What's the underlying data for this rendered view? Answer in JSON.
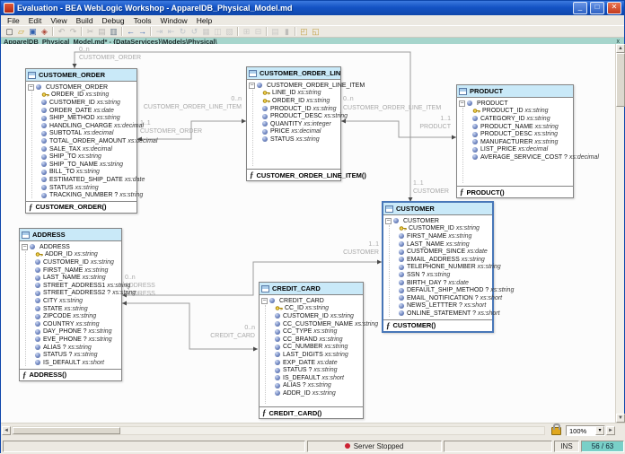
{
  "window": {
    "title": "Evaluation - BEA WebLogic Workshop - ApparelDB_Physical_Model.md",
    "minimize_glyph": "_",
    "maximize_glyph": "□",
    "close_glyph": "✕"
  },
  "menubar": {
    "items": [
      "File",
      "Edit",
      "View",
      "Build",
      "Debug",
      "Tools",
      "Window",
      "Help"
    ]
  },
  "toolbar": {
    "icons": [
      {
        "name": "new-file",
        "glyph": "▢",
        "color": "#333333",
        "enabled": true
      },
      {
        "name": "open-folder",
        "glyph": "▱",
        "color": "#c9a227",
        "enabled": true
      },
      {
        "name": "save",
        "glyph": "▣",
        "color": "#2f5fae",
        "enabled": true
      },
      {
        "name": "app-properties",
        "glyph": "◈",
        "color": "#b04a3a",
        "enabled": true
      },
      {
        "name": "separator"
      },
      {
        "name": "undo",
        "glyph": "↶",
        "color": "#8a8a8a",
        "enabled": false
      },
      {
        "name": "redo",
        "glyph": "↷",
        "color": "#8a8a8a",
        "enabled": false
      },
      {
        "name": "separator"
      },
      {
        "name": "cut",
        "glyph": "✂",
        "color": "#8a8a8a",
        "enabled": false
      },
      {
        "name": "copy",
        "glyph": "▤",
        "color": "#8a8a8a",
        "enabled": false
      },
      {
        "name": "paste",
        "glyph": "▥",
        "color": "#6a7a8a",
        "enabled": true
      },
      {
        "name": "separator"
      },
      {
        "name": "navigate-back",
        "glyph": "←",
        "color": "#2f5fae",
        "enabled": true
      },
      {
        "name": "navigate-forward",
        "glyph": "→",
        "color": "#2f5fae",
        "enabled": true
      },
      {
        "name": "separator"
      },
      {
        "name": "step-into",
        "glyph": "⇥",
        "color": "#9aa7b8",
        "enabled": false
      },
      {
        "name": "step-out",
        "glyph": "⇤",
        "color": "#9aa7b8",
        "enabled": false
      },
      {
        "name": "refresh",
        "glyph": "↻",
        "color": "#9aa7b8",
        "enabled": false
      },
      {
        "name": "rollback",
        "glyph": "↺",
        "color": "#9aa7b8",
        "enabled": false
      },
      {
        "name": "window-grid",
        "glyph": "▦",
        "color": "#b0b0b0",
        "enabled": false
      },
      {
        "name": "window-split",
        "glyph": "◫",
        "color": "#b0b0b0",
        "enabled": false
      },
      {
        "name": "window-cascade",
        "glyph": "▧",
        "color": "#b0b0b0",
        "enabled": false
      },
      {
        "name": "separator"
      },
      {
        "name": "expand-all",
        "glyph": "⊞",
        "color": "#b0b0b0",
        "enabled": false
      },
      {
        "name": "collapse-all",
        "glyph": "⊟",
        "color": "#b0b0b0",
        "enabled": false
      },
      {
        "name": "separator"
      },
      {
        "name": "palette",
        "glyph": "▤",
        "color": "#b0b0b0",
        "enabled": false
      },
      {
        "name": "build",
        "glyph": "▮",
        "color": "#9a9a9a",
        "enabled": false
      },
      {
        "name": "separator"
      },
      {
        "name": "start-server",
        "glyph": "◰",
        "color": "#c2a046",
        "enabled": true
      },
      {
        "name": "deploy",
        "glyph": "◱",
        "color": "#c2a046",
        "enabled": true
      }
    ]
  },
  "document_tab": {
    "label": "ApparelDB_Physical_Model.md* - {DataServices}\\Models\\Physical\\",
    "close_glyph": "x"
  },
  "diagram": {
    "glyphs": {
      "collapse": "−",
      "function": "ƒ",
      "optional_marker": "?"
    },
    "entities": [
      {
        "id": "customer_order",
        "title": "CUSTOMER_ORDER",
        "root": "CUSTOMER_ORDER",
        "footer": "CUSTOMER_ORDER()",
        "selected": false,
        "fields": [
          {
            "name": "ORDER_ID",
            "type": "xs:string",
            "key": true
          },
          {
            "name": "CUSTOMER_ID",
            "type": "xs:string"
          },
          {
            "name": "ORDER_DATE",
            "type": "xs:date"
          },
          {
            "name": "SHIP_METHOD",
            "type": "xs:string"
          },
          {
            "name": "HANDLING_CHARGE",
            "type": "xs:decimal"
          },
          {
            "name": "SUBTOTAL",
            "type": "xs:decimal"
          },
          {
            "name": "TOTAL_ORDER_AMOUNT",
            "type": "xs:decimal"
          },
          {
            "name": "SALE_TAX",
            "type": "xs:decimal"
          },
          {
            "name": "SHIP_TO",
            "type": "xs:string"
          },
          {
            "name": "SHIP_TO_NAME",
            "type": "xs:string"
          },
          {
            "name": "BILL_TO",
            "type": "xs:string"
          },
          {
            "name": "ESTIMATED_SHIP_DATE",
            "type": "xs:date"
          },
          {
            "name": "STATUS",
            "type": "xs:string"
          },
          {
            "name": "TRACKING_NUMBER",
            "type": "xs:string",
            "opt": true
          }
        ]
      },
      {
        "id": "customer_order_line_item",
        "title": "CUSTOMER_ORDER_LIN...",
        "root": "CUSTOMER_ORDER_LINE_ITEM",
        "footer": "CUSTOMER_ORDER_LINE_ITEM()",
        "selected": false,
        "fields": [
          {
            "name": "LINE_ID",
            "type": "xs:string",
            "key": true
          },
          {
            "name": "ORDER_ID",
            "type": "xs:string",
            "key": true
          },
          {
            "name": "PRODUCT_ID",
            "type": "xs:string"
          },
          {
            "name": "PRODUCT_DESC",
            "type": "xs:string"
          },
          {
            "name": "QUANTITY",
            "type": "xs:integer"
          },
          {
            "name": "PRICE",
            "type": "xs:decimal"
          },
          {
            "name": "STATUS",
            "type": "xs:string"
          }
        ]
      },
      {
        "id": "product",
        "title": "PRODUCT",
        "root": "PRODUCT",
        "footer": "PRODUCT()",
        "selected": false,
        "fields": [
          {
            "name": "PRODUCT_ID",
            "type": "xs:string",
            "key": true
          },
          {
            "name": "CATEGORY_ID",
            "type": "xs:string"
          },
          {
            "name": "PRODUCT_NAME",
            "type": "xs:string"
          },
          {
            "name": "PRODUCT_DESC",
            "type": "xs:string"
          },
          {
            "name": "MANUFACTURER",
            "type": "xs:string"
          },
          {
            "name": "LIST_PRICE",
            "type": "xs:decimal"
          },
          {
            "name": "AVERAGE_SERVICE_COST",
            "type": "xs:decimal",
            "opt": true
          }
        ]
      },
      {
        "id": "customer",
        "title": "CUSTOMER",
        "root": "CUSTOMER",
        "footer": "CUSTOMER()",
        "selected": true,
        "fields": [
          {
            "name": "CUSTOMER_ID",
            "type": "xs:string",
            "key": true
          },
          {
            "name": "FIRST_NAME",
            "type": "xs:string"
          },
          {
            "name": "LAST_NAME",
            "type": "xs:string"
          },
          {
            "name": "CUSTOMER_SINCE",
            "type": "xs:date"
          },
          {
            "name": "EMAIL_ADDRESS",
            "type": "xs:string"
          },
          {
            "name": "TELEPHONE_NUMBER",
            "type": "xs:string"
          },
          {
            "name": "SSN",
            "type": "xs:string",
            "opt": true
          },
          {
            "name": "BIRTH_DAY",
            "type": "xs:date",
            "opt": true
          },
          {
            "name": "DEFAULT_SHIP_METHOD",
            "type": "xs:string",
            "opt": true
          },
          {
            "name": "EMAIL_NOTIFICATION",
            "type": "xs:short",
            "opt": true
          },
          {
            "name": "NEWS_LETTTER",
            "type": "xs:short",
            "opt": true
          },
          {
            "name": "ONLINE_STATEMENT",
            "type": "xs:short",
            "opt": true
          }
        ]
      },
      {
        "id": "address",
        "title": "ADDRESS",
        "root": "ADDRESS",
        "footer": "ADDRESS()",
        "selected": false,
        "fields": [
          {
            "name": "ADDR_ID",
            "type": "xs:string",
            "key": true
          },
          {
            "name": "CUSTOMER_ID",
            "type": "xs:string"
          },
          {
            "name": "FIRST_NAME",
            "type": "xs:string"
          },
          {
            "name": "LAST_NAME",
            "type": "xs:string"
          },
          {
            "name": "STREET_ADDRESS1",
            "type": "xs:string"
          },
          {
            "name": "STREET_ADDRESS2",
            "type": "xs:string",
            "opt": true
          },
          {
            "name": "CITY",
            "type": "xs:string"
          },
          {
            "name": "STATE",
            "type": "xs:string"
          },
          {
            "name": "ZIPCODE",
            "type": "xs:string"
          },
          {
            "name": "COUNTRY",
            "type": "xs:string"
          },
          {
            "name": "DAY_PHONE",
            "type": "xs:string",
            "opt": true
          },
          {
            "name": "EVE_PHONE",
            "type": "xs:string",
            "opt": true
          },
          {
            "name": "ALIAS",
            "type": "xs:string",
            "opt": true
          },
          {
            "name": "STATUS",
            "type": "xs:string",
            "opt": true
          },
          {
            "name": "IS_DEFAULT",
            "type": "xs:short"
          }
        ]
      },
      {
        "id": "credit_card",
        "title": "CREDIT_CARD",
        "root": "CREDIT_CARD",
        "footer": "CREDIT_CARD()",
        "selected": false,
        "fields": [
          {
            "name": "CC_ID",
            "type": "xs:string",
            "key": true
          },
          {
            "name": "CUSTOMER_ID",
            "type": "xs:string"
          },
          {
            "name": "CC_CUSTOMER_NAME",
            "type": "xs:string"
          },
          {
            "name": "CC_TYPE",
            "type": "xs:string"
          },
          {
            "name": "CC_BRAND",
            "type": "xs:string"
          },
          {
            "name": "CC_NUMBER",
            "type": "xs:string"
          },
          {
            "name": "LAST_DIGITS",
            "type": "xs:string"
          },
          {
            "name": "EXP_DATE",
            "type": "xs:date"
          },
          {
            "name": "STATUS",
            "type": "xs:string",
            "opt": true
          },
          {
            "name": "IS_DEFAULT",
            "type": "xs:short"
          },
          {
            "name": "ALIAS",
            "type": "xs:string",
            "opt": true
          },
          {
            "name": "ADDR_ID",
            "type": "xs:string"
          }
        ]
      }
    ],
    "connectors": [
      {
        "id": "customer_to_customer_order",
        "labels": [
          "0..n",
          "CUSTOMER_ORDER",
          "1..1",
          "CUSTOMER"
        ]
      },
      {
        "id": "customer_order_to_line_item",
        "labels": [
          "1..1",
          "CUSTOMER_ORDER",
          "0..n",
          "CUSTOMER_ORDER_LINE_ITEM"
        ]
      },
      {
        "id": "line_item_to_product",
        "labels": [
          "0..n",
          "CUSTOMER_ORDER_LINE_ITEM",
          "1..1",
          "PRODUCT"
        ]
      },
      {
        "id": "address_to_customer",
        "labels": [
          "0..n",
          "ADDRESS",
          "1..1",
          "CUSTOMER"
        ]
      },
      {
        "id": "address_to_credit_card",
        "labels": [
          "ADDRESS",
          "0..n",
          "CREDIT_CARD"
        ]
      }
    ]
  },
  "scroll": {
    "up": "▲",
    "down": "▼",
    "left": "◄",
    "right": "►"
  },
  "zoom_control": {
    "value": "100%",
    "dropdown_glyph": "▾"
  },
  "status_bar": {
    "server_status": "Server Stopped",
    "ins_label": "INS",
    "counter": "56 / 63"
  },
  "colors": {
    "titlebar_blue": "#1453c4",
    "tab_bar_teal": "#a6d5cc",
    "entity_header_blue": "#c9e9f8",
    "selection_blue": "#4877b8",
    "server_status_red": "#cc2233",
    "counter_badge_teal": "#79d0c8",
    "connector_gray": "#9b9b9b"
  }
}
